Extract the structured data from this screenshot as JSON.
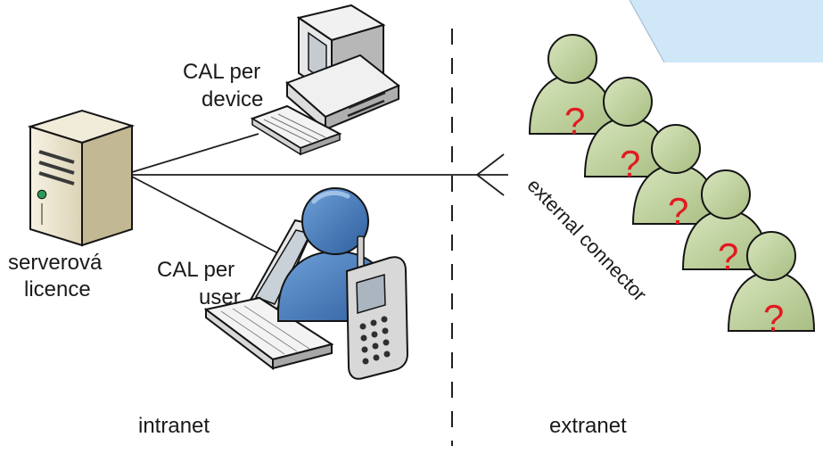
{
  "labels": {
    "server_line1": "serverová",
    "server_line2": "licence",
    "cal_device_line1": "CAL per",
    "cal_device_line2": "device",
    "cal_user_line1": "CAL per",
    "cal_user_line2": "user",
    "external_connector": "external connector",
    "intranet": "intranet",
    "extranet": "extranet"
  },
  "external_users": {
    "count": 5,
    "marker": "?",
    "marker_color": "#e11b22",
    "figure_color": "#c7d8a8",
    "figure_stroke": "#141414"
  },
  "icons": [
    "server-tower-icon",
    "desktop-computer-icon",
    "laptop-icon",
    "user-icon",
    "mobile-phone-icon",
    "unknown-user-icon"
  ],
  "colors": {
    "user_blue": "#4b82c0",
    "accent_light_blue": "#cfe7f7",
    "line": "#1f1f1f",
    "device_gray": "#d9d9d9"
  }
}
